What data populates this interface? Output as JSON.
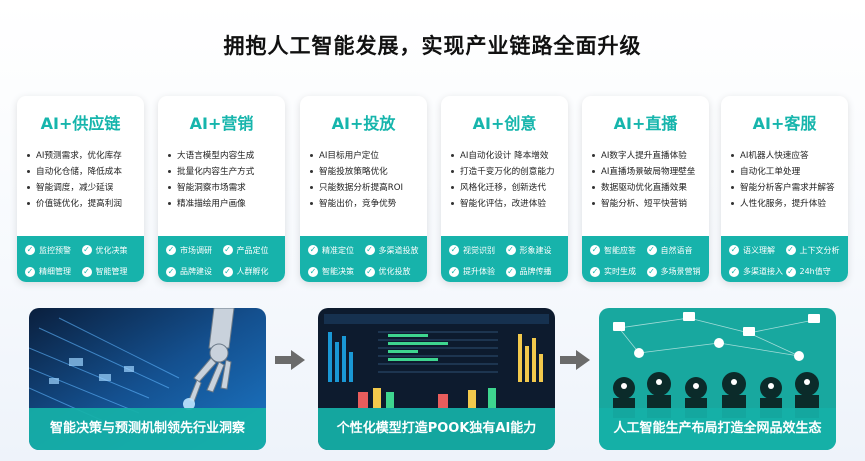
{
  "title": "拥抱人工智能发展，实现产业链路全面升级",
  "cards": [
    {
      "title": "AI+供应链",
      "items": [
        "AI预测需求，优化库存",
        "自动化仓储，降低成本",
        "智能调度，减少延误",
        "价值链优化，提高利润"
      ],
      "tags": [
        "监控预警",
        "优化决策",
        "精细管理",
        "智能管理"
      ]
    },
    {
      "title": "AI+营销",
      "items": [
        "大语言模型内容生成",
        "批量化内容生产方式",
        "智能洞察市场需求",
        "精准描绘用户画像"
      ],
      "tags": [
        "市场调研",
        "产品定位",
        "品牌建设",
        "人群孵化"
      ]
    },
    {
      "title": "AI+投放",
      "items": [
        "AI目标用户定位",
        "智能投放策略优化",
        "只能数据分析提高ROI",
        "智能出价，竞争优势"
      ],
      "tags": [
        "精准定位",
        "多渠道投放",
        "智能决策",
        "优化投放"
      ]
    },
    {
      "title": "AI+创意",
      "items": [
        "AI自动化设计 降本增效",
        "打造千变万化的创意能力",
        "风格化迁移，创新迭代",
        "智能化评估，改进体验"
      ],
      "tags": [
        "视觉识别",
        "形象建设",
        "提升体验",
        "品牌传播"
      ]
    },
    {
      "title": "AI+直播",
      "items": [
        "AI数字人提升直播体验",
        "AI直播场景破局物理壁垒",
        "数据驱动优化直播效果",
        "智能分析、短平快营销"
      ],
      "tags": [
        "智能应答",
        "自然语音",
        "实时生成",
        "多场景营销"
      ]
    },
    {
      "title": "AI+客服",
      "items": [
        "AI机器人快速应答",
        "自动化工单处理",
        "智能分析客户需求并解答",
        "人性化服务，提升体验"
      ],
      "tags": [
        "语义理解",
        "上下文分析",
        "多渠道接入",
        "24h值守"
      ]
    }
  ],
  "check_glyph": "✓",
  "panels": [
    {
      "caption": "智能决策与预测机制领先行业洞察",
      "icon": "robot-hand-circuit-image"
    },
    {
      "caption": "个性化模型打造POOK独有AI能力",
      "icon": "dashboard-screen-image"
    },
    {
      "caption": "人工智能生产布局打造全网品效生态",
      "icon": "ai-heads-network-image"
    }
  ],
  "colors": {
    "accent": "#17b3ab",
    "title": "#111111",
    "arrow": "#6b6b6b"
  }
}
